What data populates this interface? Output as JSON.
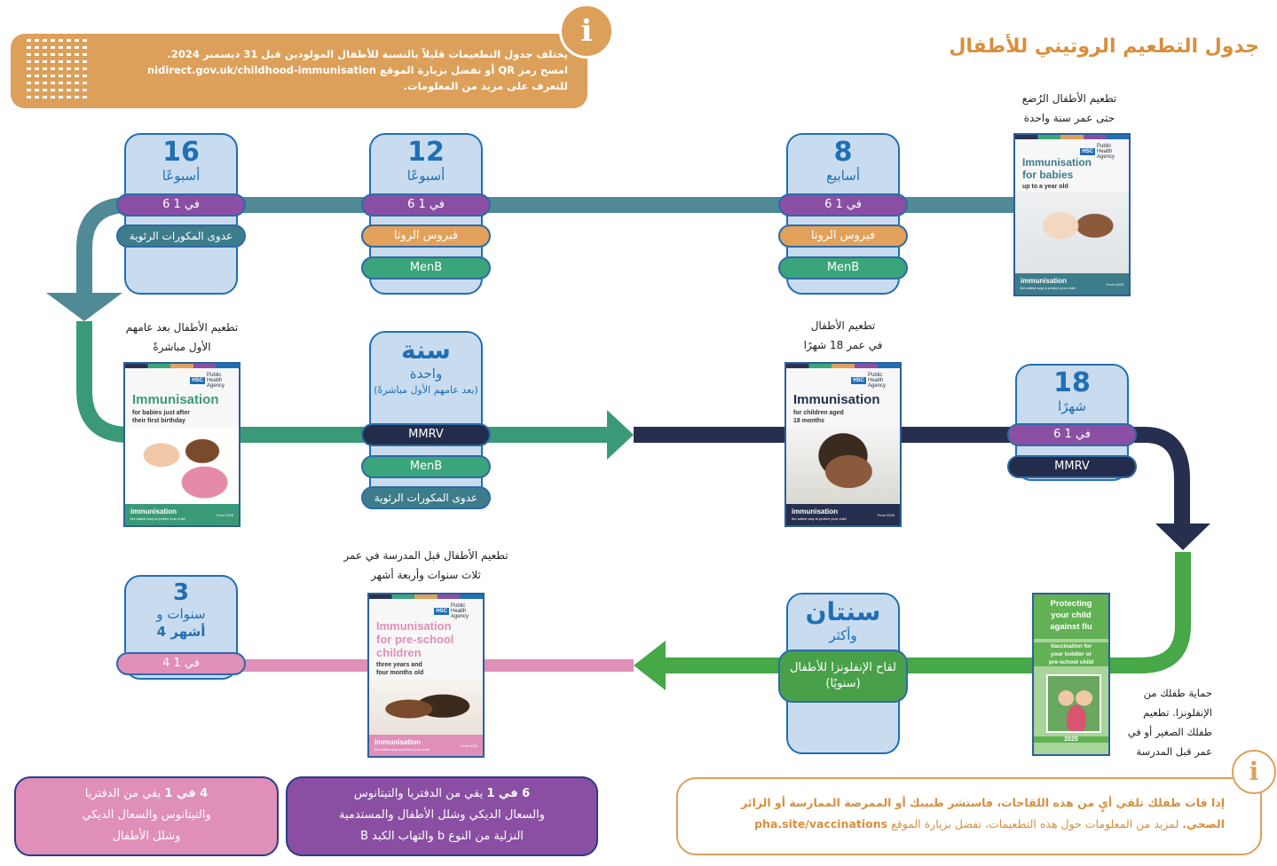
{
  "title": "جدول التطعيم الروتيني للأطفال",
  "notice": {
    "line1": "يختلف جدول التطعيمات قليلاً بالنسبة للأطفال المولودين قبل 31 ديسمبر 2024.",
    "line2": "امسح رمز QR أو تفضل بزيارة الموقع nidirect.gov.uk/childhood-immunisation",
    "line3": "للتعرف على مزيد من المعلومات.",
    "info_glyph": "i"
  },
  "booklet_labels": {
    "agency": "Public Health Agency",
    "hsc": "HSC",
    "brand": "immunisation",
    "tag": "the safest way to protect your child",
    "from": "From 2025"
  },
  "stages": {
    "w8": {
      "num": "8",
      "unit": "أسابيع"
    },
    "w12": {
      "num": "12",
      "unit": "أسبوعًا"
    },
    "w16": {
      "num": "16",
      "unit": "أسبوعًا"
    },
    "y1": {
      "num": "سنة",
      "unit": "واحدة",
      "sub": "(بعد عامهم الأول مباشرةً)"
    },
    "m18": {
      "num": "18",
      "unit": "شهرًا"
    },
    "y2": {
      "num": "سنتان",
      "unit": "وأكثر"
    },
    "y3": {
      "num": "3",
      "unit": "سنوات و",
      "unit2": "4 أشهر"
    }
  },
  "vaccines": {
    "six_in_one": "6 في 1",
    "four_in_one": "4 في 1",
    "rotavirus": "فيروس الروتا",
    "menb": "MenB",
    "mmrv": "MMRV",
    "pneumo": "عدوى المكورات الرئوية",
    "flu_line1": "لقاح الإنفلونزا للأطفال",
    "flu_line2": "(سنويًا)"
  },
  "booklets": {
    "babies": {
      "caption1": "تطعيم الأطفال الرُضع",
      "caption2": "حتى عمر سنة واحدة",
      "title1": "Immunisation",
      "title2": "for babies",
      "sub": "up to a year old"
    },
    "birthday": {
      "caption1": "تطعيم الأطفال بعد عامهم",
      "caption2": "الأول مباشرةً",
      "title1": "Immunisation",
      "sub1": "for babies just after",
      "sub2": "their first birthday"
    },
    "m18": {
      "caption1": "تطعيم الأطفال",
      "caption2": "في عمر 18 شهرًا",
      "title1": "Immunisation",
      "sub1": "for children aged",
      "sub2": "18 months"
    },
    "preschool": {
      "caption1": "تطعيم الأطفال قبل المدرسة في عمر",
      "caption2": "ثلاث سنوات وأربعة أشهر",
      "title1": "Immunisation",
      "title2": "for pre-school",
      "title3": "children",
      "sub1": "three years and",
      "sub2": "four months old"
    },
    "flu": {
      "t1": "Protecting",
      "t2": "your child",
      "t3": "against flu",
      "s1": "Vaccination for",
      "s2": "your toddler or",
      "s3": "pre-school child",
      "year": "2025",
      "caption1": "حماية طفلك من",
      "caption2": "الإنفلونزا. تطعيم",
      "caption3": "طفلك الصغير أو في",
      "caption4": "عمر قبل المدرسة"
    }
  },
  "legend": {
    "six": {
      "bold": "6 في 1",
      "l1": "يقي من الدفتريا والتيتانوس",
      "l2": "والسعال الديكي وشلل الأطفال والمستدمية",
      "l3": "النزلية من النوع b والتهاب الكبد B"
    },
    "four": {
      "bold": "4 في 1",
      "l1": "يقي من الدفتريا",
      "l2": "والتيتانوس والسعال الديكي",
      "l3": "وشلل الأطفال"
    }
  },
  "missed": {
    "bold1": "إذا فات طفلك تلقي أيٍ من هذه اللقاحات، فاستشر طبيبك أو الممرضة الممارسة أو الزائر",
    "bold2": "الصحي.",
    "normal": "لمزيد من المعلومات حول هذه التطعيمات، تفضل بزيارة الموقع",
    "link": "pha.site/vaccinations"
  },
  "colors": {
    "teal_track": "#4f8a96",
    "green_track": "#3a9a78",
    "navy_track": "#262f4d",
    "lime_track": "#46a846",
    "pink_track": "#df8fb8",
    "card_fill": "#c9dcef",
    "card_border": "#1f6fb5",
    "notice_orange": "#dca05a"
  }
}
